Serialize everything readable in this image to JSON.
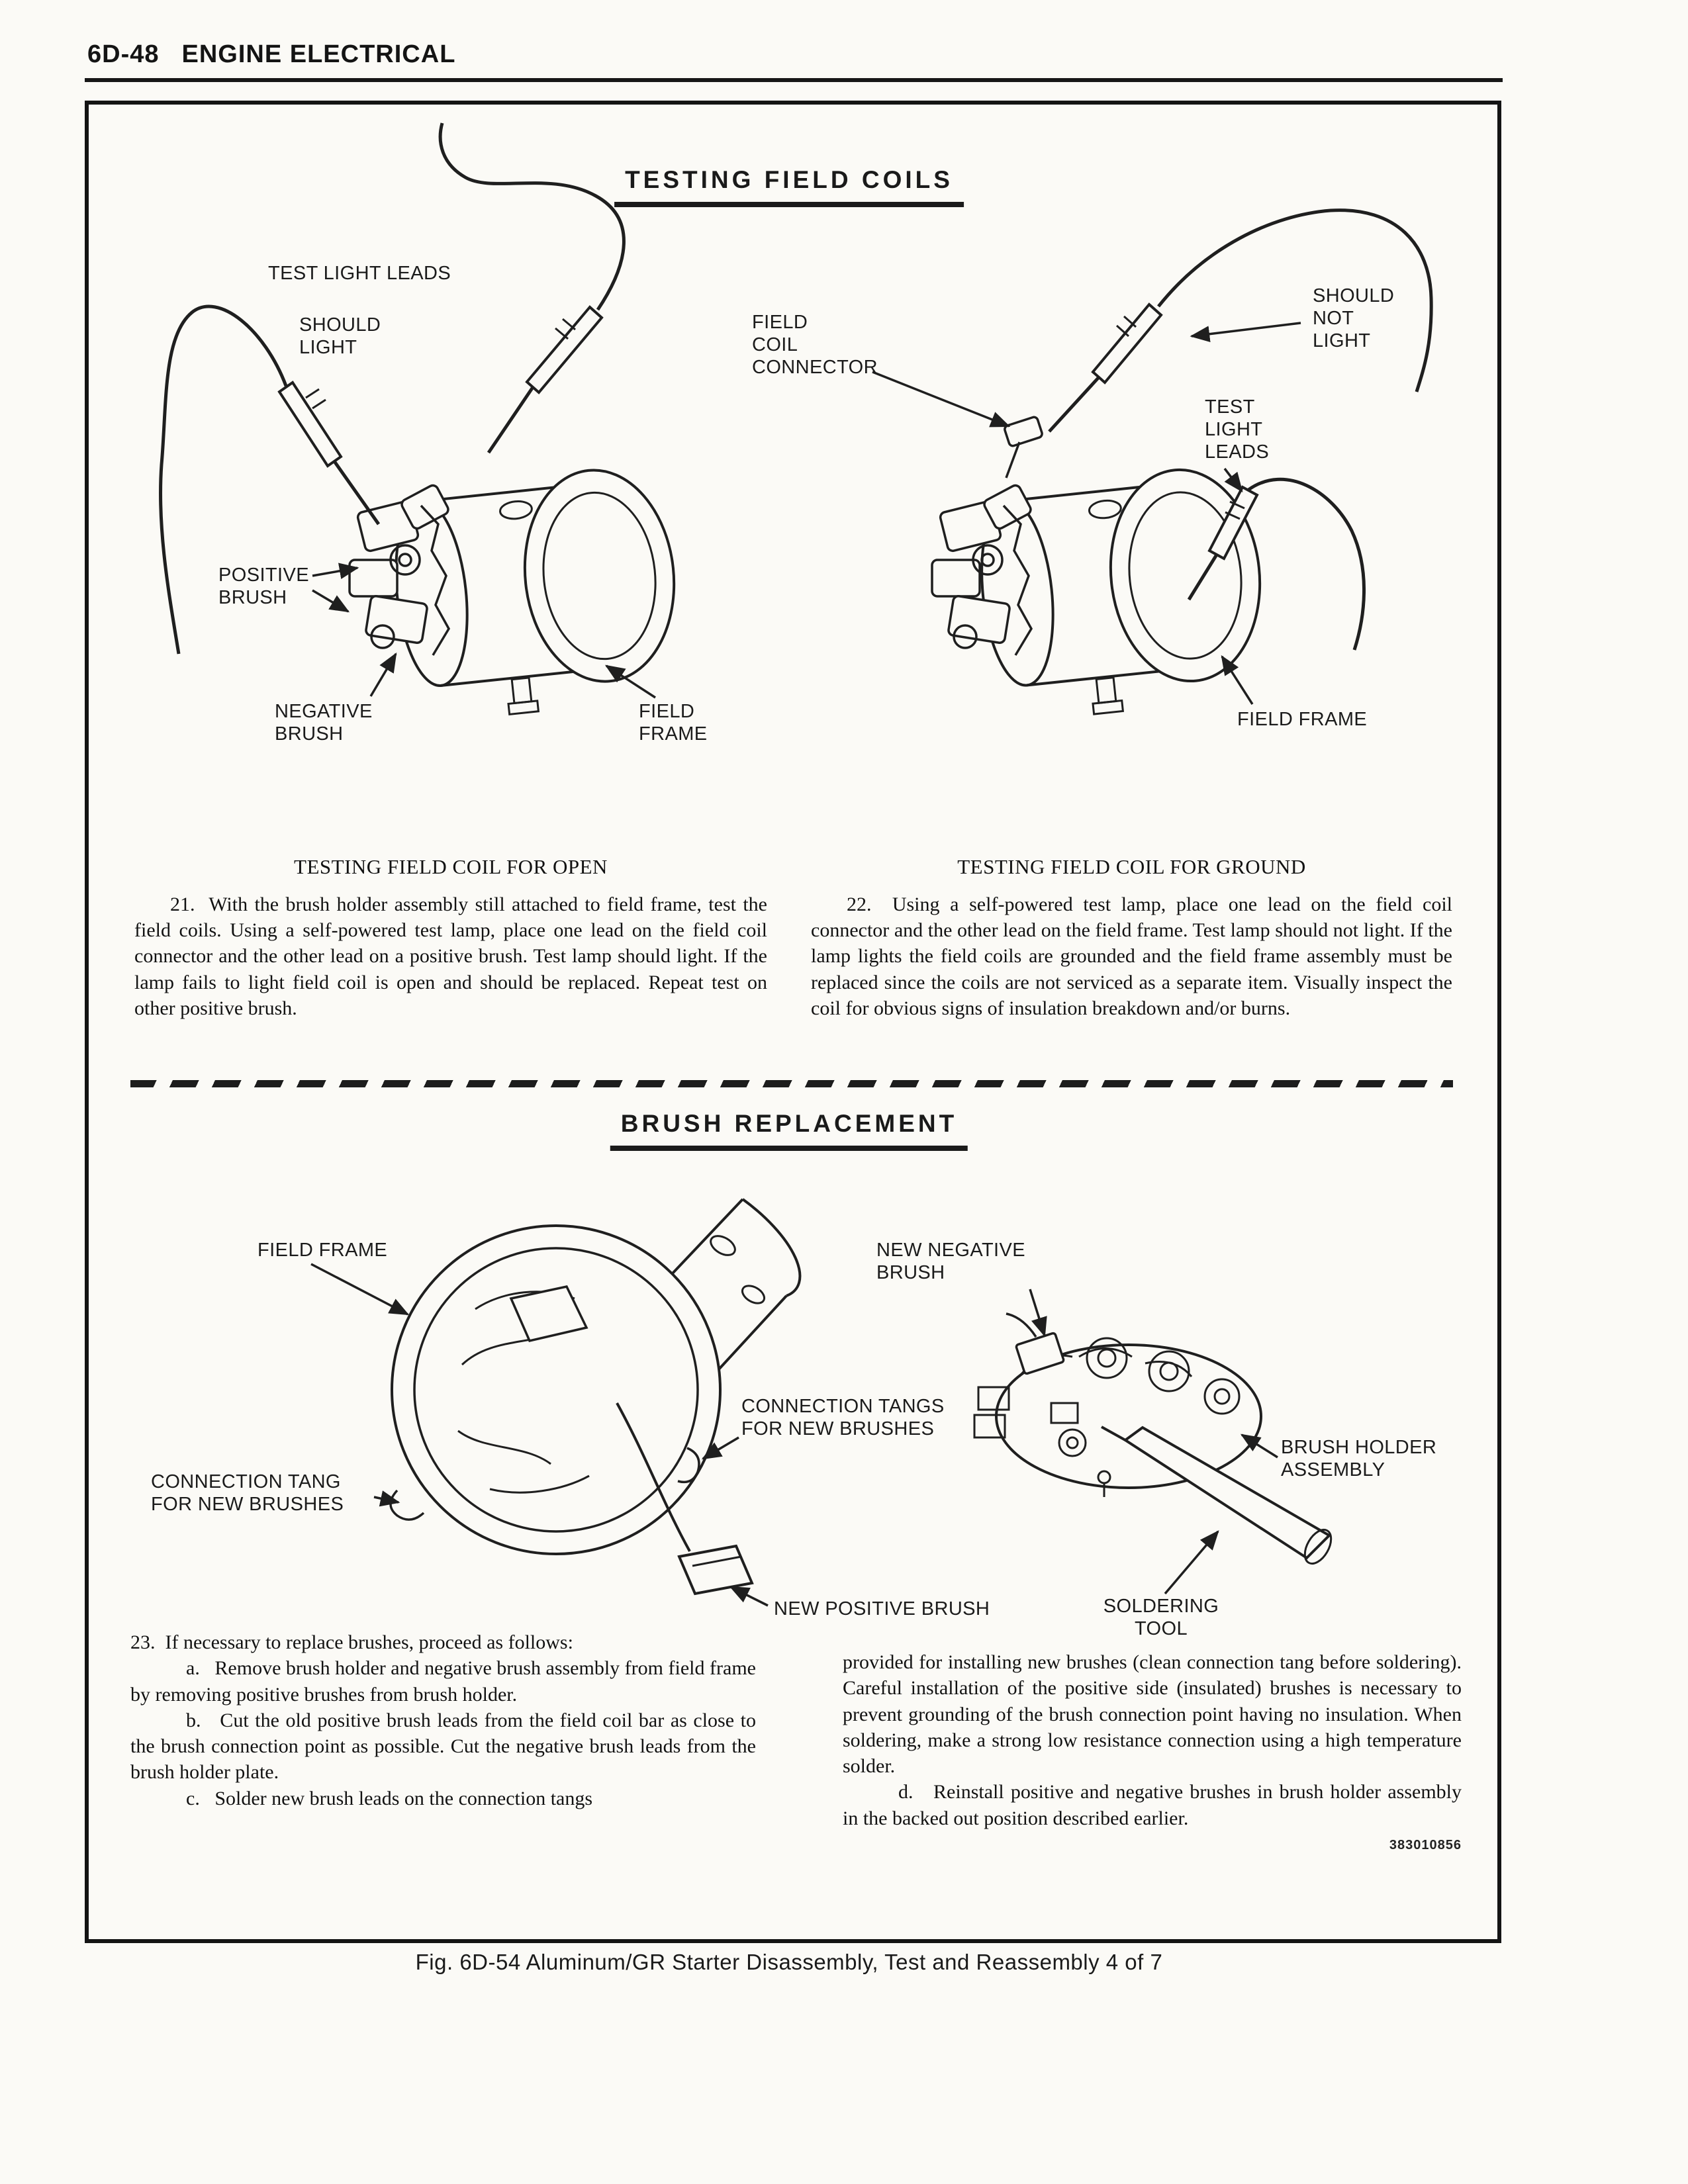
{
  "header": {
    "page_number": "6D-48",
    "section_title": "ENGINE ELECTRICAL"
  },
  "sections": {
    "testing_field_coils_title": "TESTING FIELD COILS",
    "brush_replacement_title": "BRUSH REPLACEMENT"
  },
  "diagrams": {
    "field_coil_test_left": {
      "labels": {
        "test_light_leads": "TEST LIGHT LEADS",
        "should_light": "SHOULD\nLIGHT",
        "positive_brush": "POSITIVE\nBRUSH",
        "negative_brush": "NEGATIVE\nBRUSH",
        "field_frame": "FIELD\nFRAME"
      }
    },
    "field_coil_test_right": {
      "labels": {
        "field_coil_connector": "FIELD\nCOIL\nCONNECTOR",
        "should_not_light": "SHOULD\nNOT\nLIGHT",
        "test_light_leads": "TEST\nLIGHT\nLEADS",
        "field_frame": "FIELD FRAME"
      }
    },
    "brush_replacement_left": {
      "labels": {
        "field_frame": "FIELD FRAME",
        "connection_tang": "CONNECTION TANG\nFOR NEW BRUSHES",
        "connection_tangs": "CONNECTION TANGS\nFOR NEW BRUSHES",
        "new_positive_brush": "NEW POSITIVE BRUSH"
      }
    },
    "brush_replacement_right": {
      "labels": {
        "new_negative_brush": "NEW NEGATIVE\nBRUSH",
        "brush_holder_assembly": "BRUSH HOLDER\nASSEMBLY",
        "soldering_tool": "SOLDERING\nTOOL"
      }
    }
  },
  "open_test": {
    "heading": "TESTING FIELD COIL FOR OPEN",
    "body": "21.  With the brush holder assembly still attached to field frame, test the field coils. Using a self-powered test lamp, place one lead on the field coil connector and the other lead on a positive brush. Test lamp should light. If the lamp fails to light field coil is open and should be replaced. Repeat test on other positive brush."
  },
  "ground_test": {
    "heading": "TESTING FIELD COIL FOR GROUND",
    "body": "22.  Using a self-powered test lamp, place one lead on the field coil connector and the other lead on the field frame. Test lamp should not light. If the lamp lights the field coils are grounded and the field frame assembly must be replaced since the coils are not serviced as a separate item. Visually inspect the coil for obvious signs of insulation breakdown and/or burns."
  },
  "procedure": {
    "intro": "23.  If necessary to replace brushes, proceed as follows:",
    "step_a": "a.   Remove brush holder and negative brush assembly from field frame by removing positive brushes from brush holder.",
    "step_b": "b.   Cut the old positive brush leads from the field coil bar as close to the brush connection point as possible. Cut the negative brush leads from the brush holder plate.",
    "step_c": "c.   Solder new brush leads on the connection tangs",
    "continuation": "provided for installing new brushes (clean connection tang before soldering). Careful installation of the positive side (insulated) brushes is necessary to prevent grounding of the brush connection point having no insulation. When soldering, make a strong low resistance connection using a high temperature solder.",
    "step_d": "d.   Reinstall positive and negative brushes in brush holder assembly in the backed out position described earlier.",
    "part_number": "383010856"
  },
  "footer": {
    "caption": "Fig. 6D-54 Aluminum/GR Starter Disassembly, Test and Reassembly 4 of 7"
  }
}
